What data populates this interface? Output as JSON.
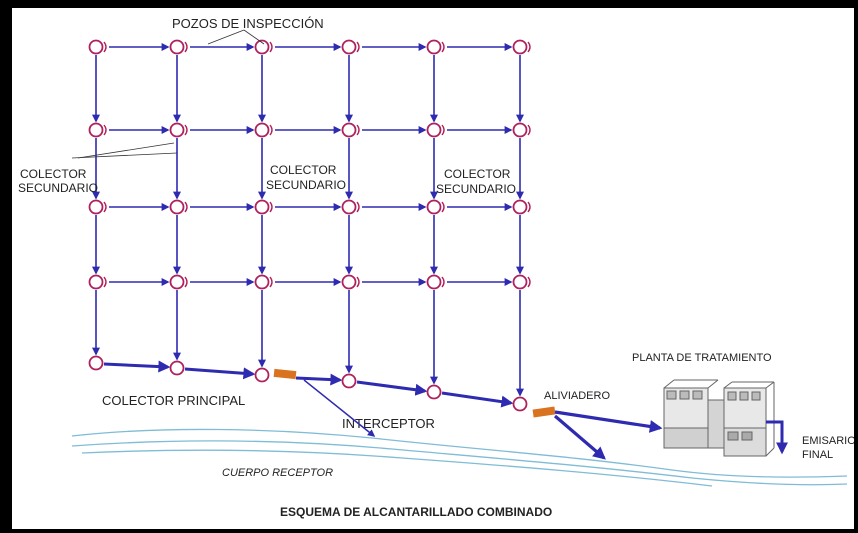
{
  "labels": {
    "pozos": "POZOS DE INSPECCIÓN",
    "colector_sec_1": [
      "COLECTOR",
      "SECUNDARIO"
    ],
    "colector_sec_2": [
      "COLECTOR",
      "SECUNDARIO"
    ],
    "colector_sec_3": [
      "COLECTOR",
      "SECUNDARIO"
    ],
    "colector_principal": "COLECTOR PRINCIPAL",
    "interceptor": "INTERCEPTOR",
    "aliviadero": "ALIVIADERO",
    "planta": "PLANTA DE TRATAMIENTO",
    "emisario": [
      "EMISARIO",
      "FINAL"
    ],
    "cuerpo_receptor": "CUERPO RECEPTOR",
    "title": "ESQUEMA DE ALCANTARILLADO COMBINADO"
  },
  "colors": {
    "pipe": "#2e2bb0",
    "manhole": "#b0205a",
    "water": "#7fbcd6",
    "overflow": "#d9731f",
    "plant": "#888888"
  },
  "network": {
    "rows_of_manholes": 5,
    "columns_of_manholes": 6
  }
}
